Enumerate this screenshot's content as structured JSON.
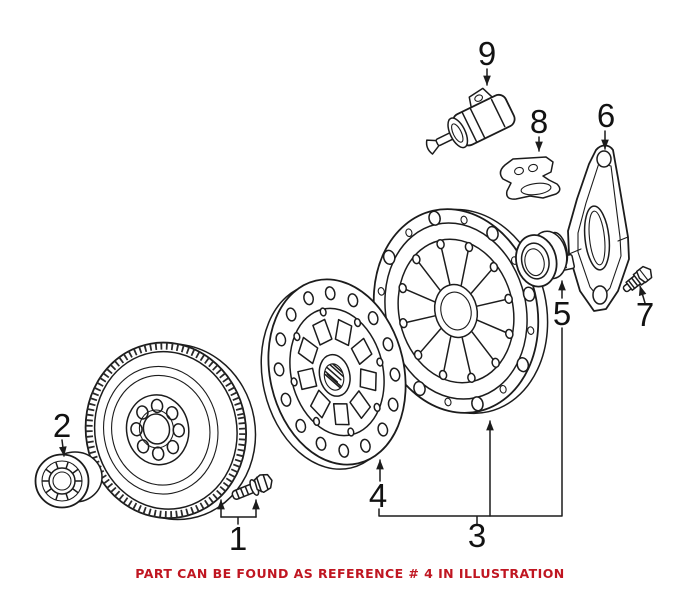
{
  "colors": {
    "line": "#1c1c1c",
    "label_text": "#121212",
    "note_red": "#c01621",
    "background": "#ffffff"
  },
  "callouts": {
    "1": {
      "number": "1"
    },
    "2": {
      "number": "2"
    },
    "3": {
      "number": "3"
    },
    "4": {
      "number": "4"
    },
    "5": {
      "number": "5"
    },
    "6": {
      "number": "6"
    },
    "7": {
      "number": "7"
    },
    "8": {
      "number": "8"
    },
    "9": {
      "number": "9"
    }
  },
  "note": {
    "text": "PART CAN BE FOUND AS REFERENCE # 4 IN ILLUSTRATION"
  }
}
